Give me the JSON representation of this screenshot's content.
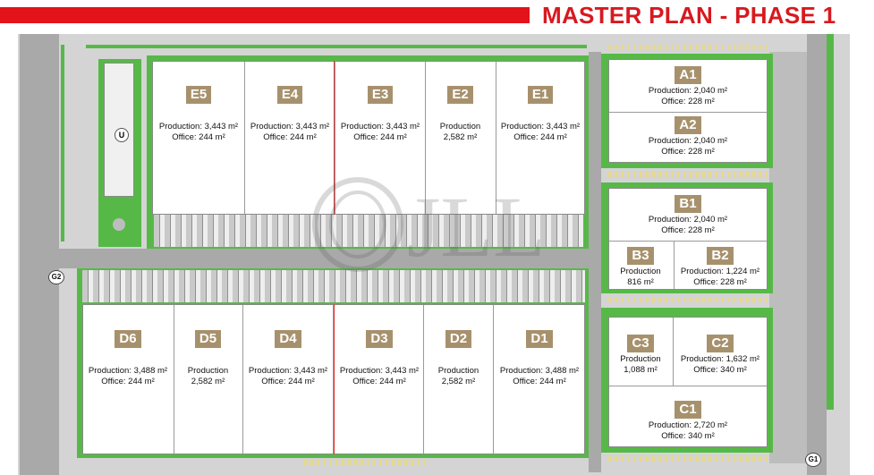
{
  "title": "MASTER PLAN - PHASE 1",
  "colors": {
    "accent_red": "#e3131b",
    "badge": "#a7916d",
    "grass": "#56b947",
    "road": "#a9a9a9"
  },
  "gates": {
    "g1": "G1",
    "g2": "G2"
  },
  "utility_label": "U",
  "units": {
    "E5": {
      "name": "E5",
      "line1": "Production: 3,443 m²",
      "line2": "Office: 244 m²"
    },
    "E4": {
      "name": "E4",
      "line1": "Production: 3,443 m²",
      "line2": "Office: 244 m²"
    },
    "E3": {
      "name": "E3",
      "line1": "Production: 3,443 m²",
      "line2": "Office: 244 m²"
    },
    "E2": {
      "name": "E2",
      "line1": "Production",
      "line2": "2,582 m²"
    },
    "E1": {
      "name": "E1",
      "line1": "Production: 3,443 m²",
      "line2": "Office: 244 m²"
    },
    "A1": {
      "name": "A1",
      "line1": "Production: 2,040 m²",
      "line2": "Office: 228 m²"
    },
    "A2": {
      "name": "A2",
      "line1": "Production: 2,040 m²",
      "line2": "Office: 228 m²"
    },
    "B1": {
      "name": "B1",
      "line1": "Production: 2,040 m²",
      "line2": "Office: 228 m²"
    },
    "B3": {
      "name": "B3",
      "line1": "Production",
      "line2": "816 m²"
    },
    "B2": {
      "name": "B2",
      "line1": "Production: 1,224 m²",
      "line2": "Office: 228 m²"
    },
    "D6": {
      "name": "D6",
      "line1": "Production: 3,488 m²",
      "line2": "Office: 244 m²"
    },
    "D5": {
      "name": "D5",
      "line1": "Production",
      "line2": "2,582 m²"
    },
    "D4": {
      "name": "D4",
      "line1": "Production: 3,443 m²",
      "line2": "Office: 244 m²"
    },
    "D3": {
      "name": "D3",
      "line1": "Production: 3,443 m²",
      "line2": "Office: 244 m²"
    },
    "D2": {
      "name": "D2",
      "line1": "Production",
      "line2": "2,582 m²"
    },
    "D1": {
      "name": "D1",
      "line1": "Production: 3,488 m²",
      "line2": "Office: 244 m²"
    },
    "C3": {
      "name": "C3",
      "line1": "Production",
      "line2": "1,088 m²"
    },
    "C2": {
      "name": "C2",
      "line1": "Production: 1,632 m²",
      "line2": "Office: 340 m²"
    },
    "C1": {
      "name": "C1",
      "line1": "Production: 2,720 m²",
      "line2": "Office: 340 m²"
    }
  }
}
